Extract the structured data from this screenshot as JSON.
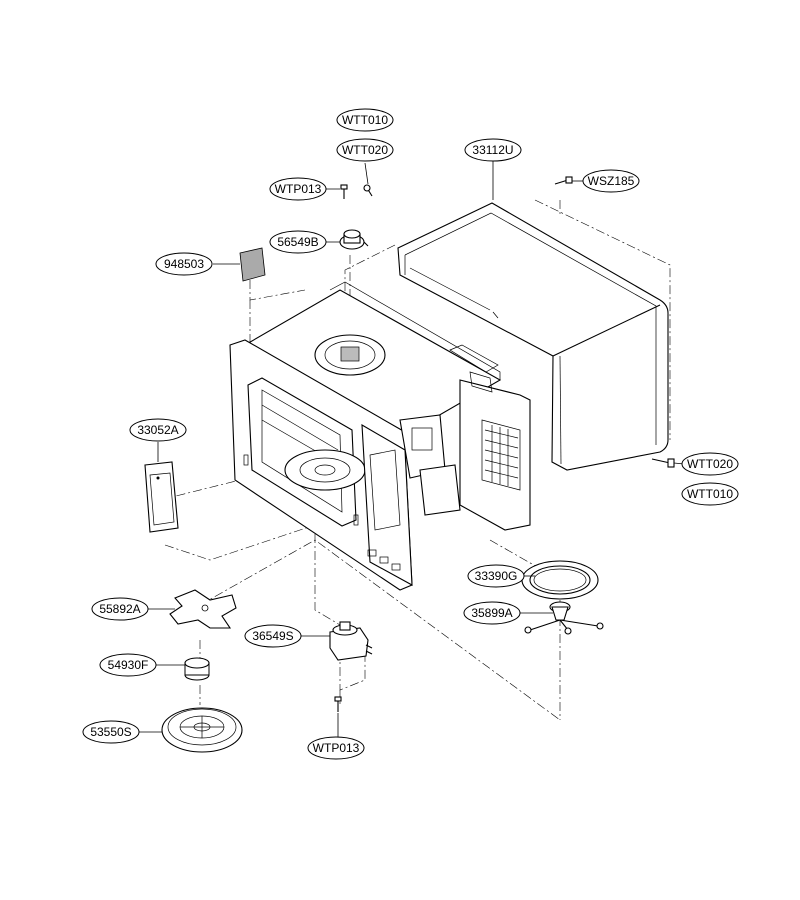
{
  "parts": {
    "wtt010_top": "WTT010",
    "wtt020_top": "WTT020",
    "p33112u": "33112U",
    "wtp013_top": "WTP013",
    "wsz185": "WSZ185",
    "p56549b": "56549B",
    "p948503": "948503",
    "p33052a": "33052A",
    "wtt020_right": "WTT020",
    "wtt010_right": "WTT010",
    "p33390g": "33390G",
    "p55892a": "55892A",
    "p35899a": "35899A",
    "p36549s": "36549S",
    "p54930f": "54930F",
    "p53550s": "53550S",
    "wtp013_bottom": "WTP013"
  }
}
